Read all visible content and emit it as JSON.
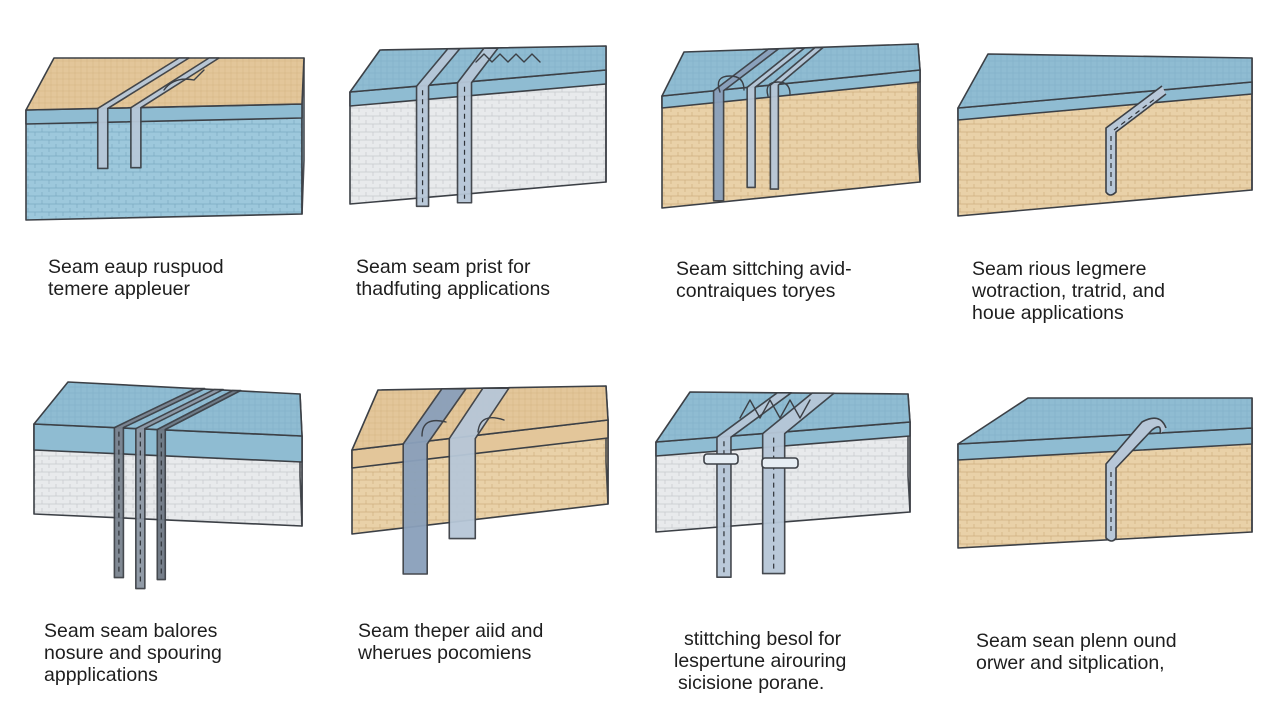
{
  "colors": {
    "blue_top": "#8fbcd2",
    "blue_side": "#9dc8dc",
    "tan_top": "#e3c69a",
    "tan_side": "#e9d1a8",
    "grey_side": "#e8eaec",
    "strap": "#8aa0bb",
    "strap_light": "#b7c7d8"
  },
  "panels": [
    {
      "id": "p1",
      "top_material": "tan",
      "top_band": "blue",
      "body_material": "blue",
      "seam_style": "folded-double-strap",
      "caption_lines": [
        "Seam eaup ruspuod",
        "temere appleuer"
      ]
    },
    {
      "id": "p2",
      "top_material": "blue",
      "top_band": "blue",
      "body_material": "grey",
      "seam_style": "double-strap-zigzag",
      "caption_lines": [
        "Seam seam prist for",
        "thadfuting applications"
      ]
    },
    {
      "id": "p3",
      "top_material": "blue",
      "top_band": "blue",
      "body_material": "tan",
      "seam_style": "hooked-straps",
      "caption_lines": [
        "Seam sittching avid-",
        "contraiques toryes"
      ]
    },
    {
      "id": "p4",
      "top_material": "blue",
      "top_band": "blue",
      "body_material": "tan",
      "seam_style": "single-loop",
      "caption_lines": [
        "Seam rious legmere",
        "wotraction, tratrid, and",
        "houe applications"
      ]
    },
    {
      "id": "p5",
      "top_material": "blue",
      "top_band": "blue",
      "body_material": "grey",
      "seam_style": "multi-strap-dark",
      "caption_lines": [
        "Seam seam balores",
        "nosure and spouring",
        "appplications"
      ]
    },
    {
      "id": "p6",
      "top_material": "tan",
      "top_band": "tan",
      "body_material": "tan",
      "seam_style": "folded-wide-straps",
      "caption_lines": [
        "Seam theper aiid and",
        "wherues pocomiens"
      ]
    },
    {
      "id": "p7",
      "top_material": "blue",
      "top_band": "blue",
      "body_material": "grey",
      "seam_style": "clip-straps-zigzag",
      "caption_lines": [
        "stittching besol for",
        "lespertune airouring",
        "sicisione porane."
      ]
    },
    {
      "id": "p8",
      "top_material": "blue",
      "top_band": "blue",
      "body_material": "tan",
      "seam_style": "single-hook",
      "caption_lines": [
        "Seam sean plenn ound",
        "orwer and sitplication,"
      ]
    }
  ]
}
